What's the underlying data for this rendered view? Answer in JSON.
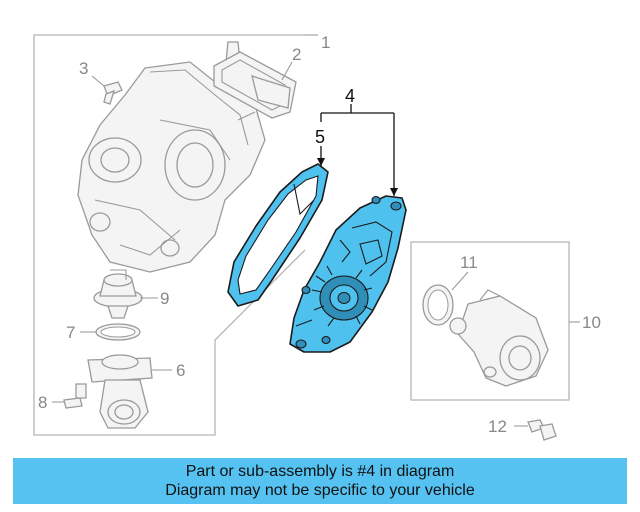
{
  "diagram": {
    "callouts": {
      "c1": "1",
      "c2": "2",
      "c3": "3",
      "c4": "4",
      "c5": "5",
      "c6": "6",
      "c7": "7",
      "c8": "8",
      "c9": "9",
      "c10": "10",
      "c11": "11",
      "c12": "12"
    },
    "highlight_color": "#4fc1ee"
  },
  "banner": {
    "line1": "Part or sub-assembly is #4 in diagram",
    "line2": "Diagram may not be specific to your vehicle",
    "background": "#56c2f1"
  }
}
